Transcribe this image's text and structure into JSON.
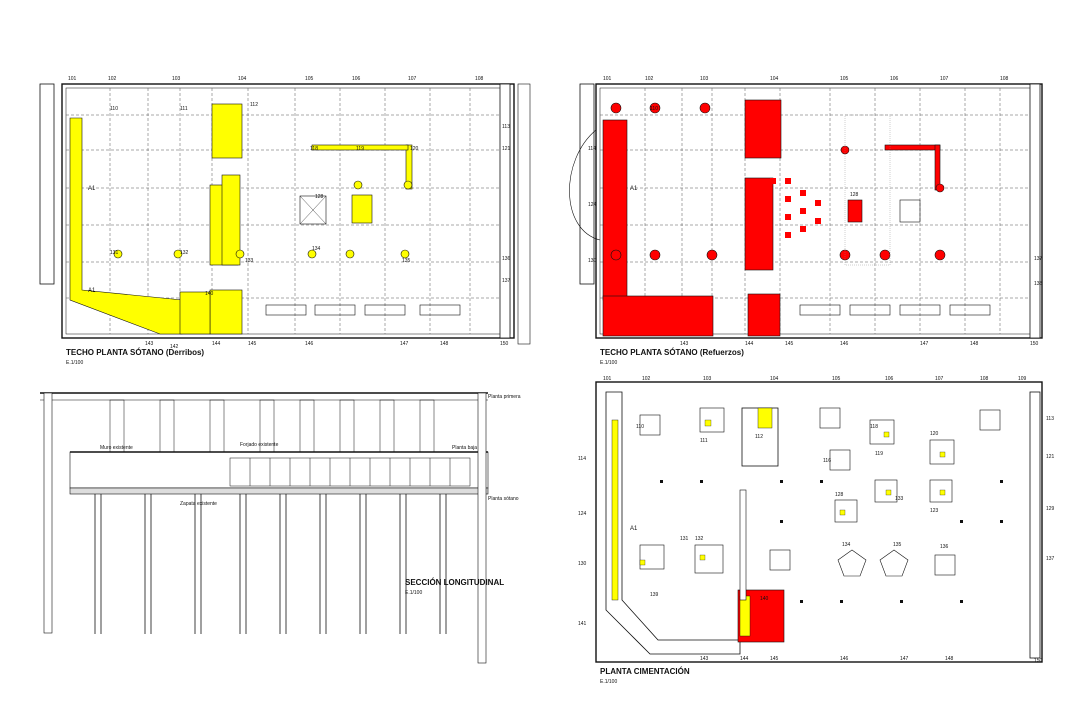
{
  "panels": {
    "top_left": {
      "title": "TECHO PLANTA SÓTANO (Derribos)",
      "scale": "E.1/100",
      "axis_numbers": [
        "101",
        "102",
        "103",
        "104",
        "105",
        "106",
        "107",
        "108"
      ],
      "bottom_numbers": [
        "143",
        "144",
        "145",
        "146",
        "147",
        "148",
        "150"
      ],
      "side_numbers": [
        "110",
        "111",
        "112",
        "113",
        "118",
        "119",
        "120",
        "121",
        "128",
        "131",
        "132",
        "133",
        "134",
        "135",
        "136",
        "137",
        "140",
        "142"
      ],
      "axis_letter": "A1",
      "highlight_color": "#ffff00"
    },
    "top_right": {
      "title": "TECHO PLANTA SÓTANO (Refuerzos)",
      "scale": "E.1/100",
      "axis_numbers": [
        "101",
        "102",
        "103",
        "104",
        "105",
        "106",
        "107",
        "108"
      ],
      "bottom_numbers": [
        "143",
        "144",
        "145",
        "146",
        "147",
        "148",
        "150"
      ],
      "side_numbers": [
        "110",
        "114",
        "124",
        "130",
        "137",
        "138",
        "128"
      ],
      "axis_letter": "A1",
      "highlight_color": "#ff0000"
    },
    "bottom_left": {
      "title": "SECCIÓN LONGITUDINAL",
      "scale": "E.1/100",
      "notes": [
        "Forjado existente",
        "Muro existente",
        "Planta baja",
        "Planta sótano",
        "Planta primera",
        "Zapata existente"
      ]
    },
    "bottom_right": {
      "title": "PLANTA CIMENTACIÓN",
      "scale": "E.1/100",
      "axis_numbers": [
        "101",
        "102",
        "103",
        "104",
        "105",
        "106",
        "107",
        "108",
        "109"
      ],
      "side_numbers": [
        "110",
        "111",
        "112",
        "113",
        "114",
        "116",
        "118",
        "119",
        "120",
        "121",
        "123",
        "124",
        "128",
        "129",
        "130",
        "131",
        "132",
        "133",
        "134",
        "135",
        "136",
        "137",
        "139",
        "140",
        "141",
        "143",
        "144",
        "145",
        "146",
        "147",
        "148",
        "150"
      ],
      "axis_letter": "A1"
    }
  }
}
